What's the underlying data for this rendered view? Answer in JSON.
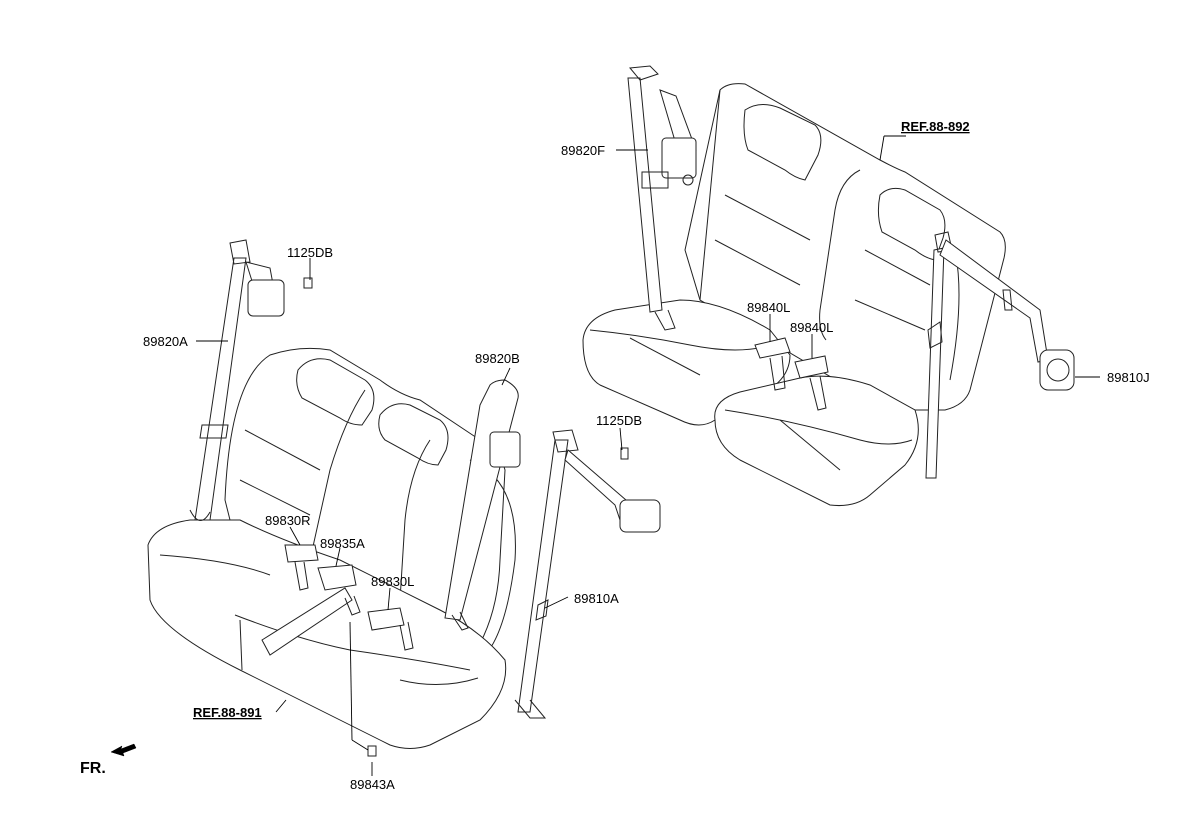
{
  "labels": {
    "p89820F": "89820F",
    "pRef892": "REF.88-892",
    "p1125DB_top": "1125DB",
    "p89820A": "89820A",
    "p89820B": "89820B",
    "p89840L_a": "89840L",
    "p89840L_b": "89840L",
    "p89810J": "89810J",
    "p1125DB_mid": "1125DB",
    "p89830R": "89830R",
    "p89835A": "89835A",
    "p89830L": "89830L",
    "p89810A": "89810A",
    "pRef891": "REF.88-891",
    "p89843A": "89843A",
    "fr": "FR."
  }
}
